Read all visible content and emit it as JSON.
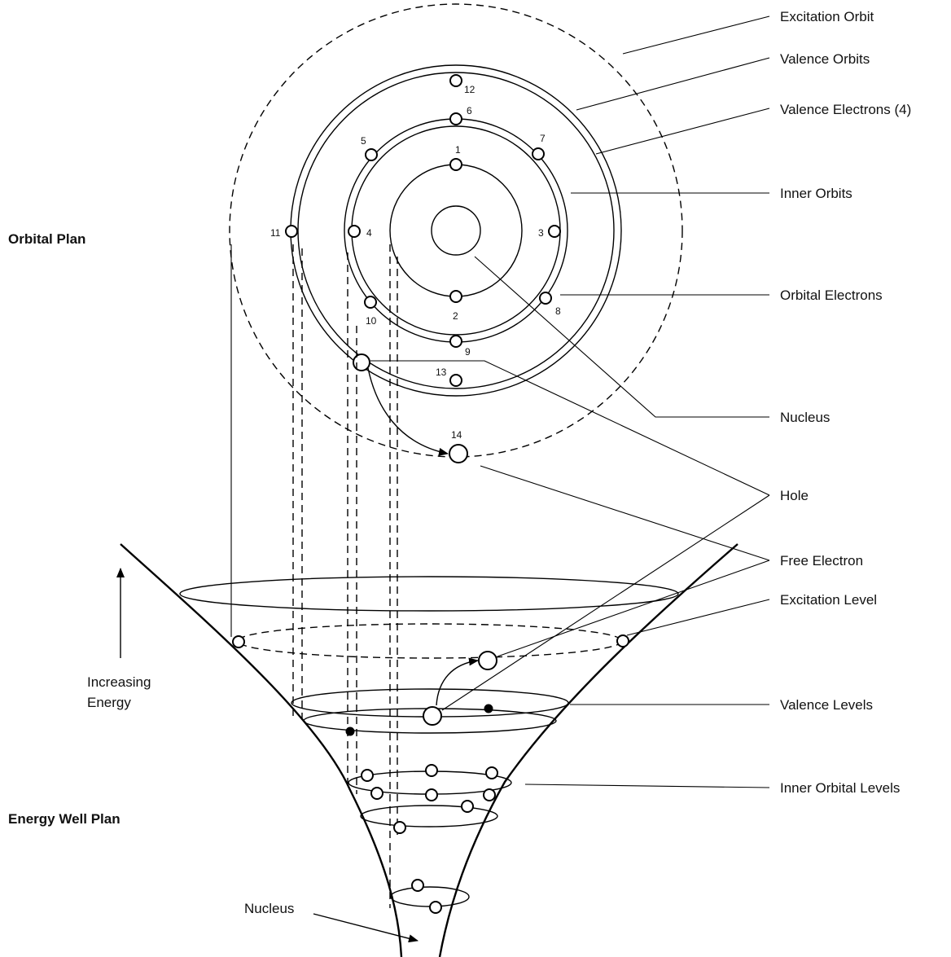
{
  "labels": {
    "orbital_plan": "Orbital Plan",
    "energy_well_plan": "Energy Well Plan",
    "increasing_energy_line1": "Increasing",
    "increasing_energy_line2": "Energy",
    "nucleus_bottom": "Nucleus"
  },
  "callouts": [
    {
      "id": "excitation-orbit",
      "text": "Excitation Orbit"
    },
    {
      "id": "valence-orbits",
      "text": "Valence Orbits"
    },
    {
      "id": "valence-electrons",
      "text": "Valence Electrons (4)"
    },
    {
      "id": "inner-orbits",
      "text": "Inner Orbits"
    },
    {
      "id": "orbital-electrons",
      "text": "Orbital Electrons"
    },
    {
      "id": "nucleus",
      "text": "Nucleus"
    },
    {
      "id": "hole",
      "text": "Hole"
    },
    {
      "id": "free-electron",
      "text": "Free Electron"
    },
    {
      "id": "excitation-level",
      "text": "Excitation Level"
    },
    {
      "id": "valence-levels",
      "text": "Valence Levels"
    },
    {
      "id": "inner-orbital-levels",
      "text": "Inner Orbital Levels"
    }
  ],
  "electron_numbers": [
    "1",
    "2",
    "3",
    "4",
    "5",
    "6",
    "7",
    "8",
    "9",
    "10",
    "11",
    "12",
    "13",
    "14"
  ]
}
